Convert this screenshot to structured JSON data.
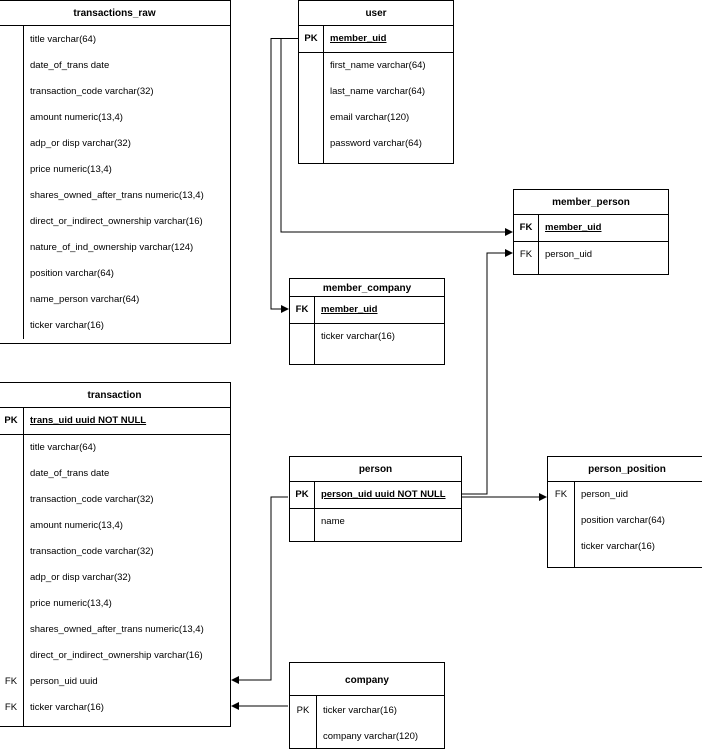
{
  "tables": {
    "transactions_raw": {
      "title": "transactions_raw",
      "rows": [
        {
          "key": "",
          "field": "title varchar(64)"
        },
        {
          "key": "",
          "field": "date_of_trans date"
        },
        {
          "key": "",
          "field": "transaction_code varchar(32)"
        },
        {
          "key": "",
          "field": "amount numeric(13,4)"
        },
        {
          "key": "",
          "field": "adp_or disp varchar(32)"
        },
        {
          "key": "",
          "field": "price numeric(13,4)"
        },
        {
          "key": "",
          "field": "shares_owned_after_trans numeric(13,4)"
        },
        {
          "key": "",
          "field": "direct_or_indirect_ownership varchar(16)"
        },
        {
          "key": "",
          "field": "nature_of_ind_ownership varchar(124)"
        },
        {
          "key": "",
          "field": "position varchar(64)"
        },
        {
          "key": "",
          "field": "name_person varchar(64)"
        },
        {
          "key": "",
          "field": "ticker varchar(16)"
        }
      ]
    },
    "user": {
      "title": "user",
      "pk": {
        "key": "PK",
        "field": "member_uid"
      },
      "rows": [
        {
          "key": "",
          "field": "first_name varchar(64)"
        },
        {
          "key": "",
          "field": "last_name varchar(64)"
        },
        {
          "key": "",
          "field": "email varchar(120)"
        },
        {
          "key": "",
          "field": "password varchar(64)"
        }
      ]
    },
    "member_person": {
      "title": "member_person",
      "pk": {
        "key": "FK",
        "field": "member_uid"
      },
      "rows": [
        {
          "key": "FK",
          "field": "person_uid"
        }
      ]
    },
    "member_company": {
      "title": "member_company",
      "pk": {
        "key": "FK",
        "field": "member_uid"
      },
      "rows": [
        {
          "key": "",
          "field": "ticker varchar(16)"
        }
      ]
    },
    "transaction": {
      "title": "transaction",
      "pk": {
        "key": "PK",
        "field": "trans_uid uuid NOT NULL"
      },
      "rows": [
        {
          "key": "",
          "field": "title varchar(64)"
        },
        {
          "key": "",
          "field": "date_of_trans date"
        },
        {
          "key": "",
          "field": "transaction_code varchar(32)"
        },
        {
          "key": "",
          "field": "amount numeric(13,4)"
        },
        {
          "key": "",
          "field": "transaction_code varchar(32)"
        },
        {
          "key": "",
          "field": "adp_or disp varchar(32)"
        },
        {
          "key": "",
          "field": "price numeric(13,4)"
        },
        {
          "key": "",
          "field": "shares_owned_after_trans numeric(13,4)"
        },
        {
          "key": "",
          "field": "direct_or_indirect_ownership varchar(16)"
        },
        {
          "key": "FK",
          "field": "person_uid uuid"
        },
        {
          "key": "FK",
          "field": "ticker varchar(16)"
        }
      ]
    },
    "person": {
      "title": "person",
      "pk": {
        "key": "PK",
        "field": "person_uid uuid NOT NULL"
      },
      "rows": [
        {
          "key": "",
          "field": "name"
        }
      ]
    },
    "person_position": {
      "title": "person_position",
      "rows": [
        {
          "key": "FK",
          "field": "person_uid"
        },
        {
          "key": "",
          "field": "position varchar(64)"
        },
        {
          "key": "",
          "field": "ticker varchar(16)"
        }
      ]
    },
    "company": {
      "title": "company",
      "rows": [
        {
          "key": "PK",
          "field": "ticker varchar(16)"
        },
        {
          "key": "",
          "field": "company varchar(120)"
        }
      ]
    }
  },
  "colors": {
    "line": "#000000",
    "background": "#ffffff"
  }
}
